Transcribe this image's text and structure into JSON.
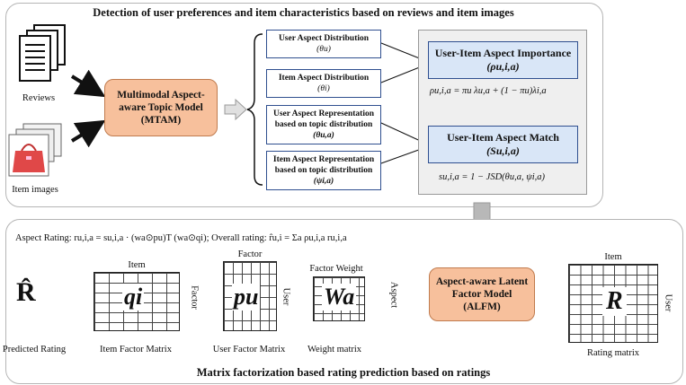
{
  "top_panel": {
    "title": "Detection of user preferences and item characteristics based on reviews and item images",
    "reviews_label": "Reviews",
    "images_label": "Item images",
    "mtam_label": "Multimodal Aspect-aware Topic Model (MTAM)",
    "distributions": [
      {
        "line1": "User Aspect Distribution",
        "line2": "(θu)"
      },
      {
        "line1": "Item Aspect Distribution",
        "line2": "(θi)"
      },
      {
        "line1": "User Aspect Representation based on topic distribution",
        "line2": "(θu,a)"
      },
      {
        "line1": "Item Aspect Representation based on topic distribution",
        "line2": "(ψi,a)"
      }
    ],
    "importance": {
      "line1": "User-Item Aspect Importance",
      "line2": "(ρu,i,a)",
      "formula": "ρu,i,a = πu λu,a + (1 − πu)λi,a"
    },
    "match": {
      "line1": "User-Item Aspect Match",
      "line2": "(Su,i,a)",
      "formula": "su,i,a = 1 − JSD(θu,a, ψi,a)"
    }
  },
  "bottom_panel": {
    "title": "Matrix factorization based rating prediction based on ratings",
    "aspect_rating_formula": "Aspect Rating: ru,i,a = su,i,a · (wa⊙pu)T (wa⊙qi);   Overall rating: r̂u,i = Σa ρu,i,a ru,i,a",
    "alfm_label": "Aspect-aware Latent Factor Model (ALFM)",
    "predicted": {
      "symbol": "R̂",
      "caption": "Predicted Rating"
    },
    "item_matrix": {
      "symbol": "qi",
      "top": "Item",
      "side": "Factor",
      "caption": "Item Factor Matrix"
    },
    "user_matrix": {
      "symbol": "pu",
      "top": "Factor",
      "side": "User",
      "caption": "User Factor Matrix"
    },
    "weight_matrix": {
      "symbol": "Wa",
      "top": "Factor Weight",
      "side": "Aspect",
      "caption": "Weight matrix"
    },
    "rating_matrix": {
      "symbol": "R",
      "top": "Item",
      "side": "User",
      "caption": "Rating matrix"
    }
  }
}
